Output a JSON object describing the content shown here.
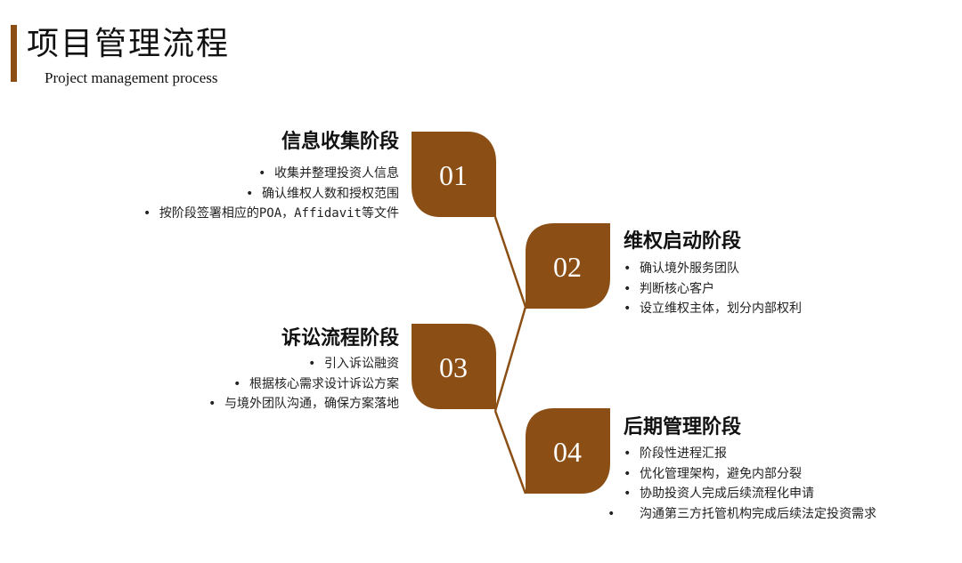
{
  "header": {
    "title": "项目管理流程",
    "subtitle": "Project management process"
  },
  "colors": {
    "accent": "#8b4e14",
    "leaf": "#8b4e14",
    "connector": "#8b4e14"
  },
  "stages": [
    {
      "number": "01",
      "title": "信息收集阶段",
      "items": [
        "收集并整理投资人信息",
        "确认维权人数和授权范围",
        "按阶段签署相应的POA，Affidavit等文件"
      ]
    },
    {
      "number": "02",
      "title": "维权启动阶段",
      "items": [
        "确认境外服务团队",
        "判断核心客户",
        "设立维权主体，划分内部权利"
      ]
    },
    {
      "number": "03",
      "title": "诉讼流程阶段",
      "items": [
        "引入诉讼融资",
        "根据核心需求设计诉讼方案",
        "与境外团队沟通，确保方案落地"
      ]
    },
    {
      "number": "04",
      "title": "后期管理阶段",
      "items": [
        "阶段性进程汇报",
        "优化管理架构，避免内部分裂",
        "协助投资人完成后续流程化申请",
        "沟通第三方托管机构完成后续法定投资需求"
      ]
    }
  ]
}
